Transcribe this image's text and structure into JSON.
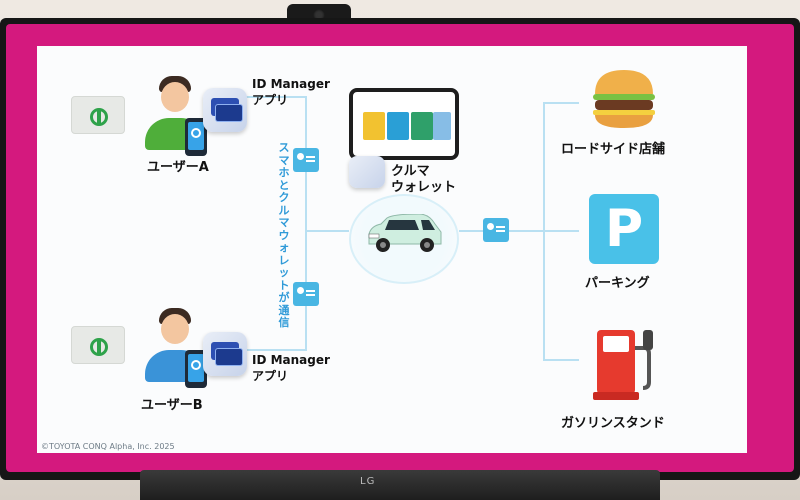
{
  "slide": {
    "user_a_label": "ユーザーA",
    "user_b_label": "ユーザーB",
    "id_manager_label_line1": "ID Manager",
    "id_manager_label_line2": "アプリ",
    "wallet_label_line1": "クルマ",
    "wallet_label_line2": "ウォレット",
    "vertical_note": "スマホとクルマウォレットが通信",
    "destinations": {
      "roadside": "ロードサイド店舗",
      "parking": "パーキング",
      "gas": "ガソリンスタンド",
      "parking_symbol": "P"
    },
    "copyright": "©TOYOTA CONQ Alpha, Inc. 2025"
  },
  "tv": {
    "brand": "LG"
  },
  "colors": {
    "bezel": "#d4197e",
    "accent": "#49b6e3",
    "line": "#b9e0f2"
  }
}
